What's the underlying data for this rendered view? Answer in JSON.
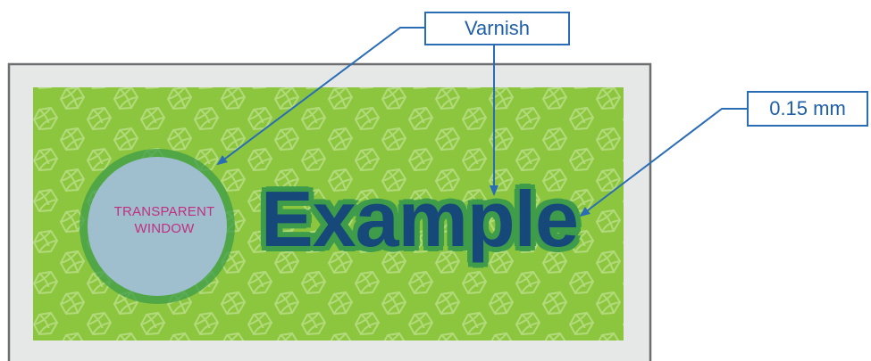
{
  "callouts": {
    "varnish": "Varnish",
    "thickness": "0.15 mm"
  },
  "window": {
    "line1": "TRANSPARENT",
    "line2": "WINDOW"
  },
  "sample_text": "Example",
  "colors": {
    "frame_border": "#6d6e70",
    "frame_fill": "#e6e8e8",
    "pattern_green": "#8cc63f",
    "varnish_green": "#3e9c4a",
    "window_fill": "#9fbfcf",
    "window_text": "#c0307f",
    "example_text": "#16487a",
    "arrow_blue": "#2a6db5"
  }
}
